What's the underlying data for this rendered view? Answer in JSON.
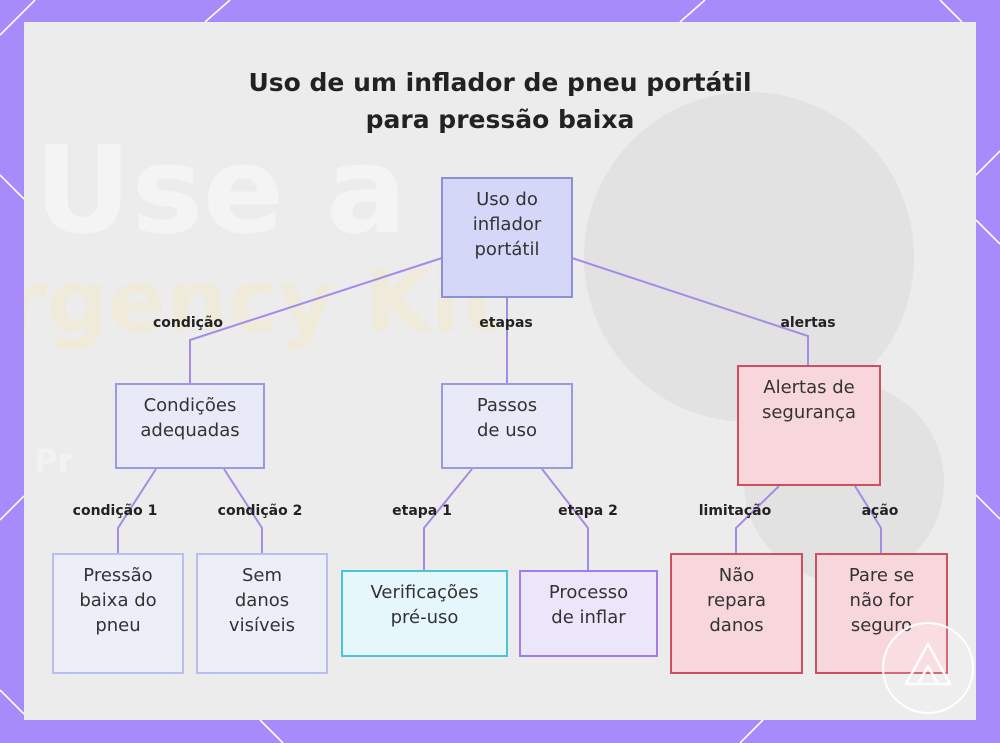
{
  "title": [
    "Uso de um inflador de pneu portátil",
    "para pressão baixa"
  ],
  "background_text": {
    "line1": "Use a",
    "line2": "rgency Kit",
    "line3": "Pr"
  },
  "nodes": {
    "root": [
      "Uso do",
      "inflador",
      "portátil"
    ],
    "conditions": [
      "Condições",
      "adequadas"
    ],
    "steps": [
      "Passos",
      "de uso"
    ],
    "alerts": [
      "Alertas de",
      "segurança"
    ],
    "low_pressure": [
      "Pressão",
      "baixa do",
      "pneu"
    ],
    "no_damage": [
      "Sem",
      "danos",
      "visíveis"
    ],
    "checks": [
      "Verificações",
      "pré-uso"
    ],
    "inflate": [
      "Processo",
      "de inflar"
    ],
    "no_repair": [
      "Não",
      "repara",
      "danos"
    ],
    "stop": [
      "Pare se",
      "não for",
      "seguro"
    ]
  },
  "edge_labels": {
    "condicao": "condição",
    "etapas": "etapas",
    "alertas": "alertas",
    "condicao1": "condição 1",
    "condicao2": "condição 2",
    "etapa1": "etapa 1",
    "etapa2": "etapa 2",
    "limitacao": "limitação",
    "acao": "ação"
  },
  "colors": {
    "page_background": "#a78bfa",
    "panel": "#ececed",
    "edge": "#a68be6",
    "root_fill": "#d4d7f7",
    "alert_border": "#cc5060"
  }
}
